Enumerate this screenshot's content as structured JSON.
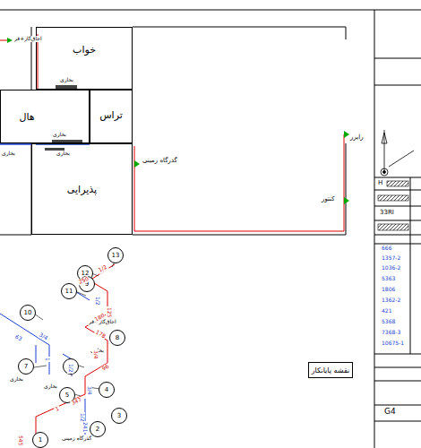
{
  "diagram": {
    "nodes": [
      {
        "text": [
          "خواب"
        ]
      },
      {
        "text": [
          "هال"
        ]
      },
      {
        "text": [
          "تراس"
        ]
      },
      {
        "text": [
          "پذیرایی"
        ]
      },
      {
        "text": [
          "نقشه پایانکار"
        ]
      },
      {
        "text": [
          "13"
        ]
      },
      {
        "text": [
          "12"
        ]
      },
      {
        "text": [
          "11"
        ]
      },
      {
        "text": [
          "10"
        ]
      },
      {
        "text": [
          "9"
        ]
      },
      {
        "text": [
          "8"
        ]
      },
      {
        "text": [
          "7"
        ]
      },
      {
        "text": [
          "6"
        ]
      },
      {
        "text": [
          "5"
        ]
      },
      {
        "text": [
          "4"
        ]
      },
      {
        "text": [
          "3"
        ]
      },
      {
        "text": [
          "2"
        ]
      },
      {
        "text": [
          "1"
        ]
      }
    ],
    "labels": [
      "اجاق‌گاز+فر",
      "بخاری",
      "بخاری",
      "بخاری",
      "بخاری",
      "گذرگاه زمینی",
      "رایزر",
      "کنتور",
      "H",
      "33RI",
      "666",
      "1357-2",
      "1036-2",
      "5363",
      "1806",
      "1362-2",
      "421",
      "5368",
      "7368-3",
      "10675-1",
      "G4",
      "اجاق‌گاز+فر",
      "بخاری",
      "بخاری",
      "بخاری",
      "گذرگاه زمینی",
      "1/2",
      "3/4",
      "1",
      "3/4",
      "1/2",
      "1/2",
      "1",
      "3/4",
      "1/2",
      "545",
      "250",
      "180",
      "178",
      "96",
      "241",
      "347",
      "125",
      "63"
    ]
  }
}
